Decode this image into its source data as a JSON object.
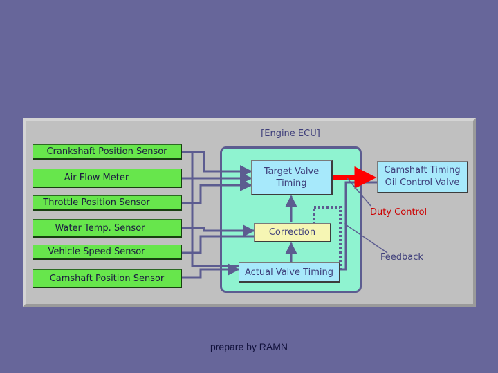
{
  "diagram": {
    "title": "[Engine ECU]",
    "sensors": [
      "Crankshaft Position Sensor",
      "Air Flow Meter",
      "Throttle Position Sensor",
      "Water Temp. Sensor",
      "Vehicle Speed Sensor",
      "Camshaft Position Sensor"
    ],
    "ecu_blocks": {
      "target_line1": "Target Valve",
      "target_line2": "Timing",
      "correction": "Correction",
      "actual": "Actual Valve Timing"
    },
    "output": {
      "line1": "Camshaft Timing",
      "line2": "Oil Control Valve"
    },
    "labels": {
      "duty_control": "Duty Control",
      "feedback": "Feedback"
    },
    "colors": {
      "background": "#67669a",
      "sensor": "#67e64c",
      "ecu_region": "#8ff3d0",
      "ecu_block": "#a7e9fb",
      "correction": "#f6f6b4",
      "duty_arrow": "#ff0000"
    }
  },
  "footer": "prepare by RAMN"
}
